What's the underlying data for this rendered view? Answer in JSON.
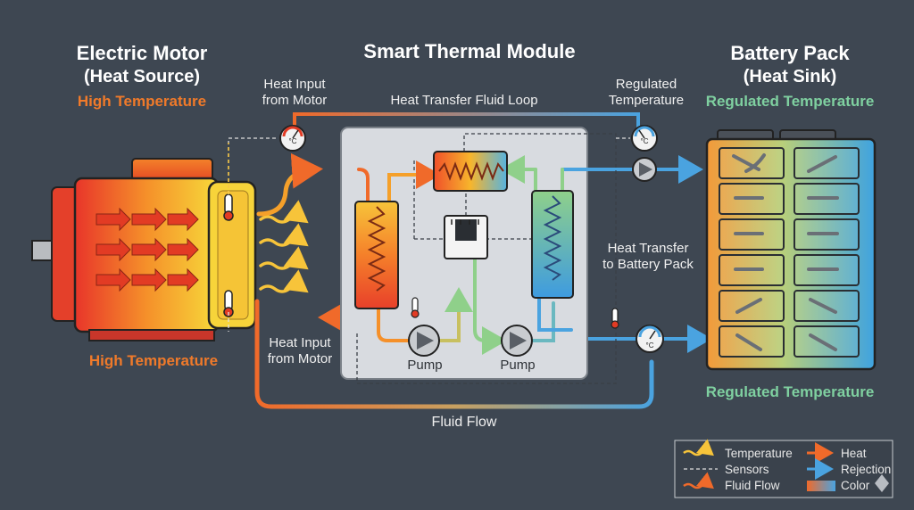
{
  "motor": {
    "title": "Electric Motor",
    "subtitle": "(Heat Source)",
    "top_label": "High Temperature",
    "bottom_label": "High Temperature"
  },
  "module": {
    "title": "Smart Thermal Module",
    "loop_label": "Heat Transfer Fluid Loop",
    "pump_left": "Pump",
    "pump_right": "Pump",
    "battery_transfer": "Heat Transfer\nto Battery Pack"
  },
  "battery": {
    "title": "Battery Pack",
    "subtitle": "(Heat Sink)",
    "top_label": "Regulated Temperature",
    "bottom_label": "Regulated Temperature"
  },
  "labels": {
    "heat_input_top": "Heat Input\nfrom Motor",
    "heat_input_bottom": "Heat Input\nfrom Motor",
    "regulated_temp": "Regulated\nTemperature",
    "fluid_flow": "Fluid Flow",
    "gauge_unit": "°C"
  },
  "legend": {
    "items": [
      {
        "text": "Temperature",
        "icon": "wavy-arrow-yellow"
      },
      {
        "text": "Heat",
        "icon": "arrow-orange"
      },
      {
        "text": "Sensors",
        "icon": "dashed-line"
      },
      {
        "text": "Rejection",
        "icon": "arrow-teal"
      },
      {
        "text": "Fluid Flow",
        "icon": "wavy-arrow-orange"
      },
      {
        "text": "Color",
        "icon": "gradient-swatch"
      }
    ]
  },
  "colors": {
    "background": "#3e4752",
    "hot": "#f04a1a",
    "warm": "#f7b52c",
    "cool": "#4aa3e0",
    "regulated_green": "#7fd0a0"
  }
}
